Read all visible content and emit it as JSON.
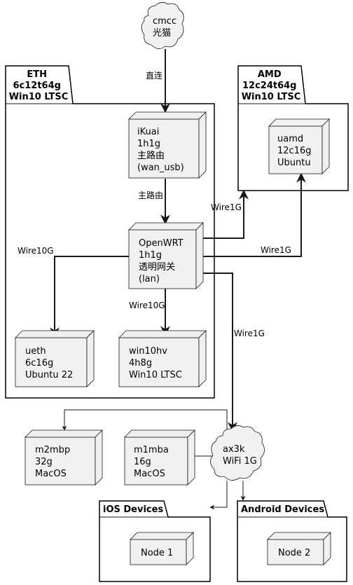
{
  "clouds": {
    "cmcc": [
      "cmcc",
      "光猫"
    ],
    "ax3k": [
      "ax3k",
      "WiFi 1G"
    ]
  },
  "packages": {
    "eth": [
      "ETH",
      "6c12t64g",
      "Win10 LTSC"
    ],
    "amd": [
      "AMD",
      "12c24t64g",
      "Win10 LTSC"
    ],
    "ios": [
      "iOS Devices"
    ],
    "android": [
      "Android Devices"
    ]
  },
  "nodes": {
    "ikuai": [
      "iKuai",
      "1h1g",
      "主路由",
      "(wan_usb)"
    ],
    "openwrt": [
      "OpenWRT",
      "1h1g",
      "透明网关",
      "(lan)"
    ],
    "uamd": [
      "uamd",
      "12c16g",
      "Ubuntu"
    ],
    "ueth": [
      "ueth",
      "6c16g",
      "Ubuntu 22"
    ],
    "win10hv": [
      "win10hv",
      "4h8g",
      "Win10 LTSC"
    ],
    "m2mbp": [
      "m2mbp",
      "32g",
      "MacOS"
    ],
    "m1mba": [
      "m1mba",
      "16g",
      "MacOS"
    ],
    "node1": [
      "Node 1"
    ],
    "node2": [
      "Node 2"
    ]
  },
  "edge_labels": {
    "direct": "直连",
    "main_router": "主路由",
    "wire1g_amd_a": "Wire1G",
    "wire1g_amd_b": "Wire1G",
    "wire10g_ueth": "Wire10G",
    "wire10g_win10hv": "Wire10G",
    "wire1g_ax3k": "Wire1G"
  }
}
